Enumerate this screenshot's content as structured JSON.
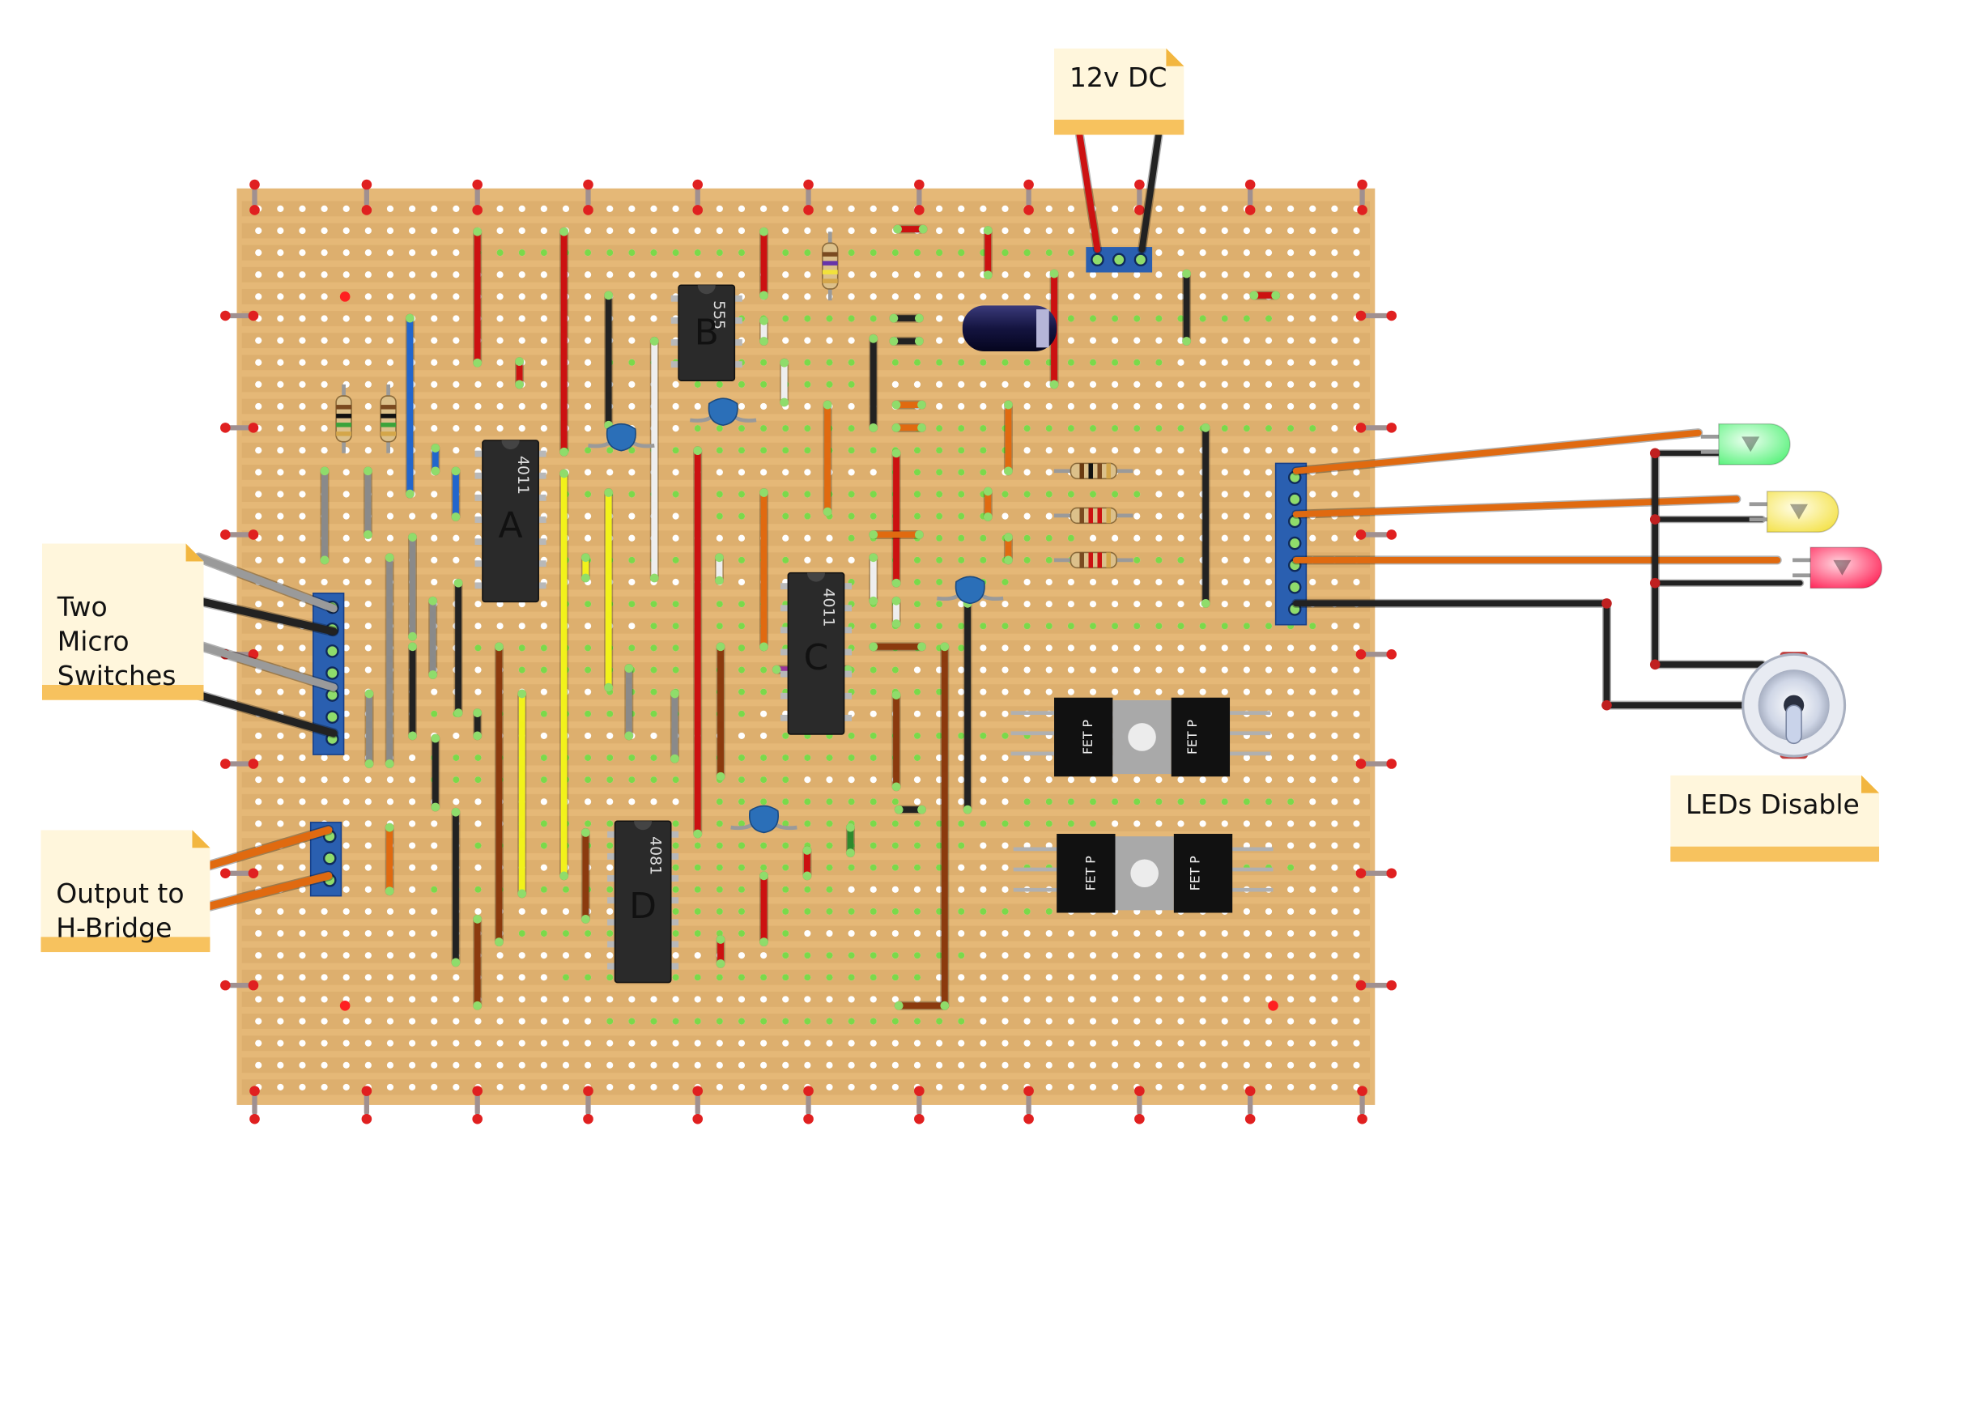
{
  "notes": {
    "power": "12v DC",
    "switches": "Two\nMicro\nSwitches",
    "output": "Output to\nH-Bridge",
    "leds": "LEDs Disable"
  },
  "chips": {
    "a": {
      "label": "A",
      "part": "4011"
    },
    "b": {
      "label": "B",
      "part": "555"
    },
    "c": {
      "label": "C",
      "part": "4011"
    },
    "d": {
      "label": "D",
      "part": "4081"
    }
  },
  "fets": {
    "marking": "FET P"
  },
  "colors": {
    "board": "#e5b877",
    "strip": "#d7a868",
    "wire_red": "#cc1111",
    "wire_black": "#222222",
    "wire_orange": "#e06a10",
    "wire_yellow": "#f2f21a",
    "wire_brown": "#8b3a0e",
    "wire_blue": "#2266cc",
    "wire_grey": "#8a8a8a",
    "led_green": "#7dfc9a",
    "led_yellow": "#fbf07a",
    "led_red": "#ff3c6a",
    "note_fill": "#fff6dc",
    "note_border": "#f7c25e"
  },
  "icons": [
    "stripboard",
    "dip-chip",
    "ceramic-capacitor",
    "electrolytic-capacitor",
    "resistor",
    "mosfet",
    "led",
    "toggle-switch",
    "screw-terminal"
  ]
}
